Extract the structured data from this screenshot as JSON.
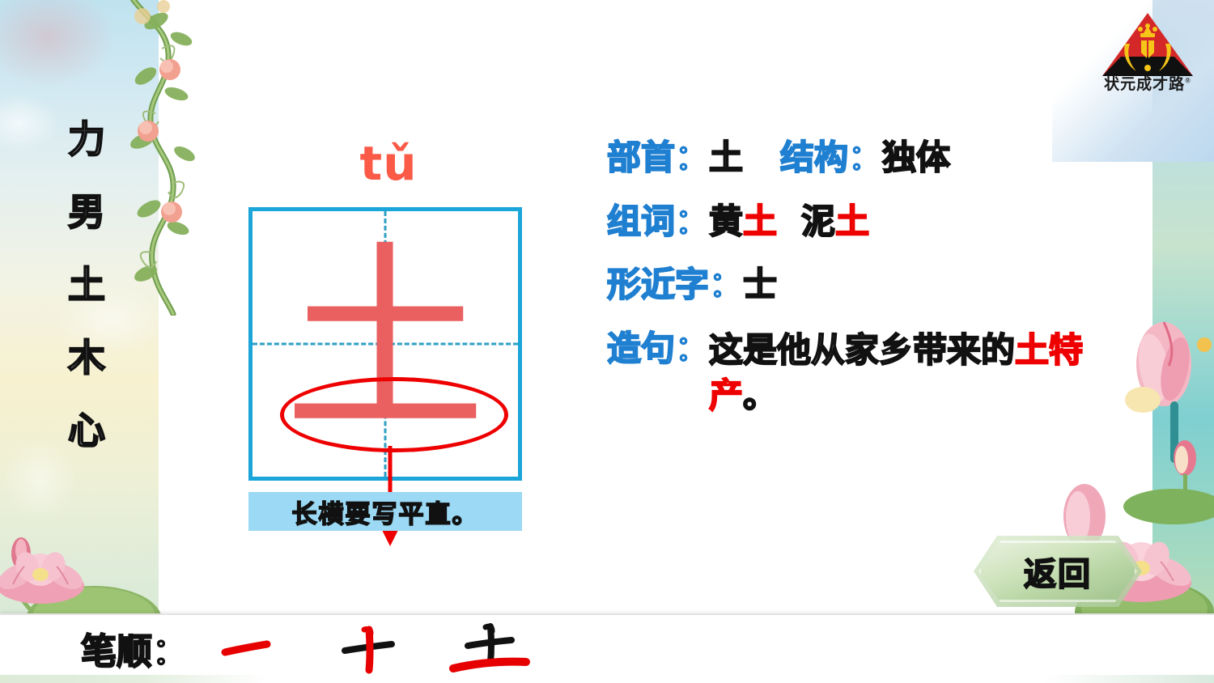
{
  "slide": {
    "title_character": "土",
    "pinyin": "tǔ"
  },
  "logo": {
    "name": "zhuangyuan-chengcai-lu-logo",
    "text": "状元成才路",
    "trademark": "®"
  },
  "character_list": {
    "items": [
      "力",
      "男",
      "土",
      "木",
      "心"
    ]
  },
  "grid": {
    "character": "土",
    "caption": "长横要写平直。"
  },
  "info": [
    {
      "label": "部首：",
      "value": "土",
      "label2": "结构：",
      "value2": "独体"
    },
    {
      "label": "组词：",
      "word1_black": "黄",
      "word1_red": "土",
      "word2_black": "泥",
      "word2_red": "土"
    },
    {
      "label": "形近字：",
      "value": "士"
    },
    {
      "label": "造句：",
      "sentence_part1": "这是他从家乡带来",
      "sentence_part2_black": "的",
      "sentence_part2_red": "土特产",
      "sentence_end": "。"
    }
  ],
  "return_button": {
    "label": "返回"
  },
  "stroke_order": {
    "label": "笔顺：",
    "steps": [
      {
        "name": "stroke-step-1",
        "character": "一",
        "new_stroke": "heng"
      },
      {
        "name": "stroke-step-2",
        "character": "十",
        "new_stroke": "shu"
      },
      {
        "name": "stroke-step-3",
        "character": "土",
        "new_stroke": "heng-long"
      }
    ]
  },
  "colors": {
    "pinyin": "#fa5a46",
    "grid_border": "#1ba5d8",
    "grid_guide": "#2e9fc4",
    "character_red": "#ea6060",
    "highlight_ellipse": "#ee0000",
    "label_blue": "#1f7fd0",
    "caption_bg": "#9bd9f4",
    "stroke_red": "#e60000",
    "stroke_black": "#111111"
  }
}
